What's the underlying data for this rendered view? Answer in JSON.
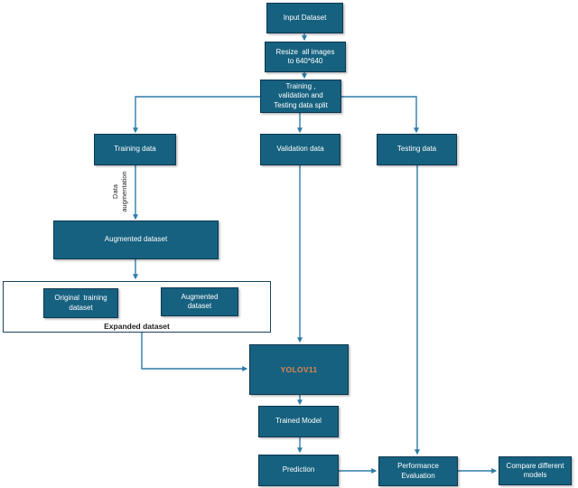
{
  "diagram": {
    "type": "flowchart",
    "nodes": {
      "input_dataset": {
        "label": "Input Dataset"
      },
      "resize_images": {
        "label": "Resize  all images\nto 640*640"
      },
      "data_split": {
        "label": "Training ,\nvalidation and\nTesting data split"
      },
      "training_data": {
        "label": "Training data"
      },
      "validation_data": {
        "label": "Validation data"
      },
      "testing_data": {
        "label": "Testing data"
      },
      "augmented_dataset": {
        "label": "Augmented dataset"
      },
      "original_training": {
        "label": "Original  training\ndataset"
      },
      "augmented_inner": {
        "label": "Augmented\ndataset"
      },
      "expanded_dataset": {
        "label": "Expanded dataset"
      },
      "yolov11": {
        "label": "YOLOV11"
      },
      "trained_model": {
        "label": "Trained Model"
      },
      "prediction": {
        "label": "Prediction"
      },
      "performance_eval": {
        "label": "Performance\nEvaluation"
      },
      "compare_models": {
        "label": "Compare different\nmodels"
      }
    },
    "edge_labels": {
      "data_augmentation": "Data\naugmentation"
    },
    "colors": {
      "node_fill": "#16617f",
      "node_border": "#0d3850",
      "node_text": "#ffffff",
      "connector": "#2e7ca8",
      "yolo_text": "#e0854f",
      "container_border": "#1b4460",
      "label_text": "#1f1f1f",
      "background": "#ffffff"
    }
  }
}
